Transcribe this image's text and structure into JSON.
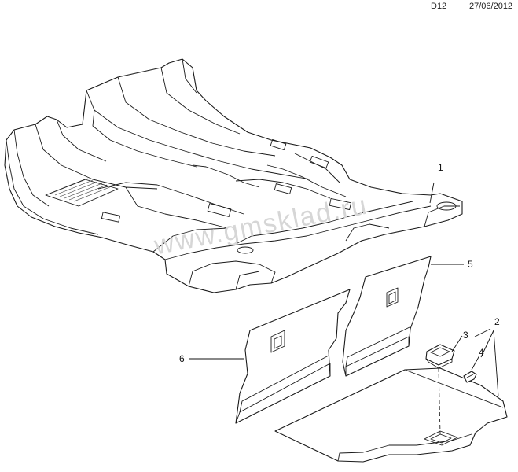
{
  "header": {
    "code": "D12",
    "date": "27/06/2012"
  },
  "watermark": "www.gmsklad.ru",
  "callouts": [
    {
      "id": "1",
      "label": "1"
    },
    {
      "id": "2",
      "label": "2"
    },
    {
      "id": "3",
      "label": "3"
    },
    {
      "id": "4",
      "label": "4"
    },
    {
      "id": "5",
      "label": "5"
    },
    {
      "id": "6",
      "label": "6"
    }
  ]
}
